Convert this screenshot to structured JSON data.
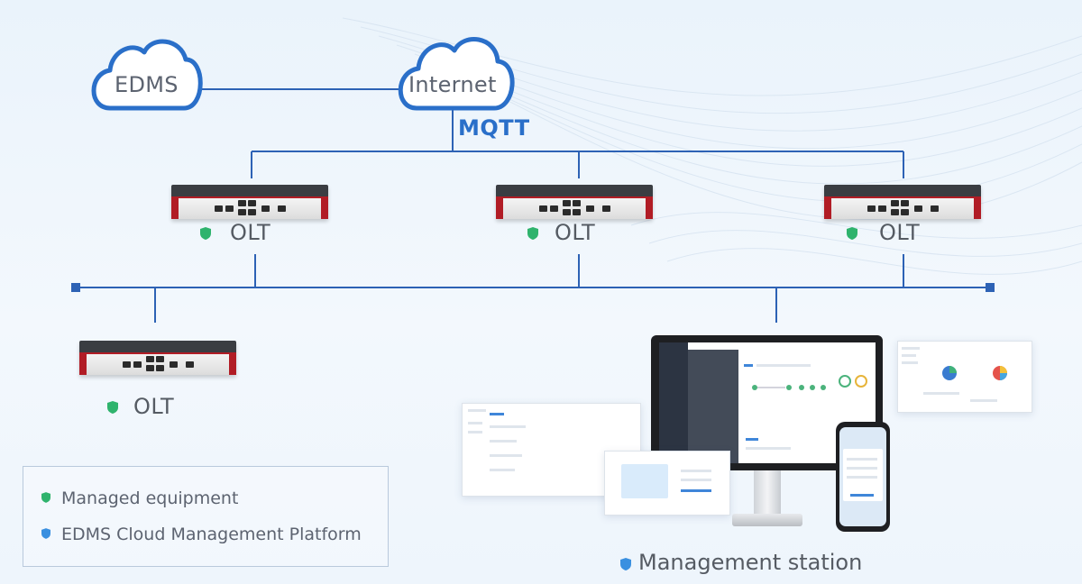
{
  "clouds": {
    "edms": "EDMS",
    "internet": "Internet"
  },
  "protocol": "MQTT",
  "olt_label": "OLT",
  "legend": {
    "managed": "Managed equipment",
    "platform": "EDMS Cloud Management Platform"
  },
  "management_station": "Management station",
  "colors": {
    "line": "#2d62b5",
    "cloud_stroke": "#2a6fc9",
    "shield_green": "#2fb36d",
    "shield_blue": "#3a90e0",
    "device_red": "#b11c25"
  }
}
